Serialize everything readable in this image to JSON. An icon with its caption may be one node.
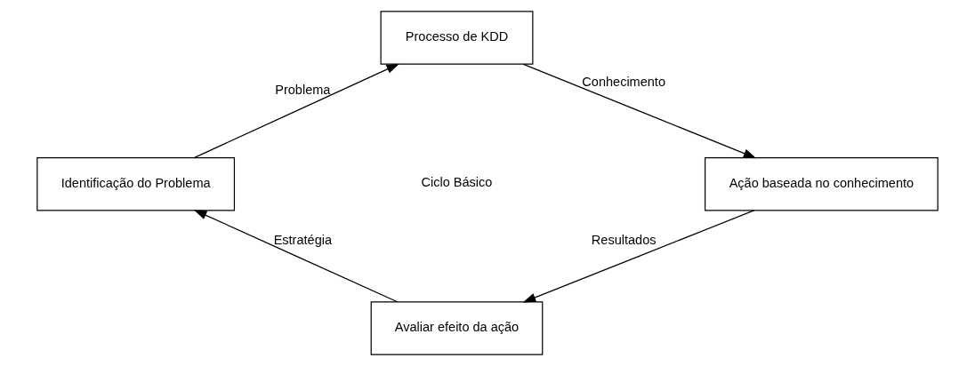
{
  "diagram": {
    "nodes": [
      {
        "text": [
          "Identificação do Problema"
        ]
      },
      {
        "text": [
          "Processo de KDD"
        ]
      },
      {
        "text": [
          "Ação baseada no conhecimento"
        ]
      },
      {
        "text": [
          "Avaliar efeito da ação"
        ]
      }
    ],
    "edges": [
      {
        "from": 0,
        "to": 1,
        "arrow": "to",
        "label": "Problema"
      },
      {
        "from": 1,
        "to": 2,
        "arrow": "to",
        "label": "Conhecimento"
      },
      {
        "from": 2,
        "to": 3,
        "arrow": "to",
        "label": "Resultados"
      },
      {
        "from": 3,
        "to": 0,
        "arrow": "to",
        "label": "Estratégia"
      }
    ],
    "labels": [
      "Ciclo Básico"
    ]
  }
}
